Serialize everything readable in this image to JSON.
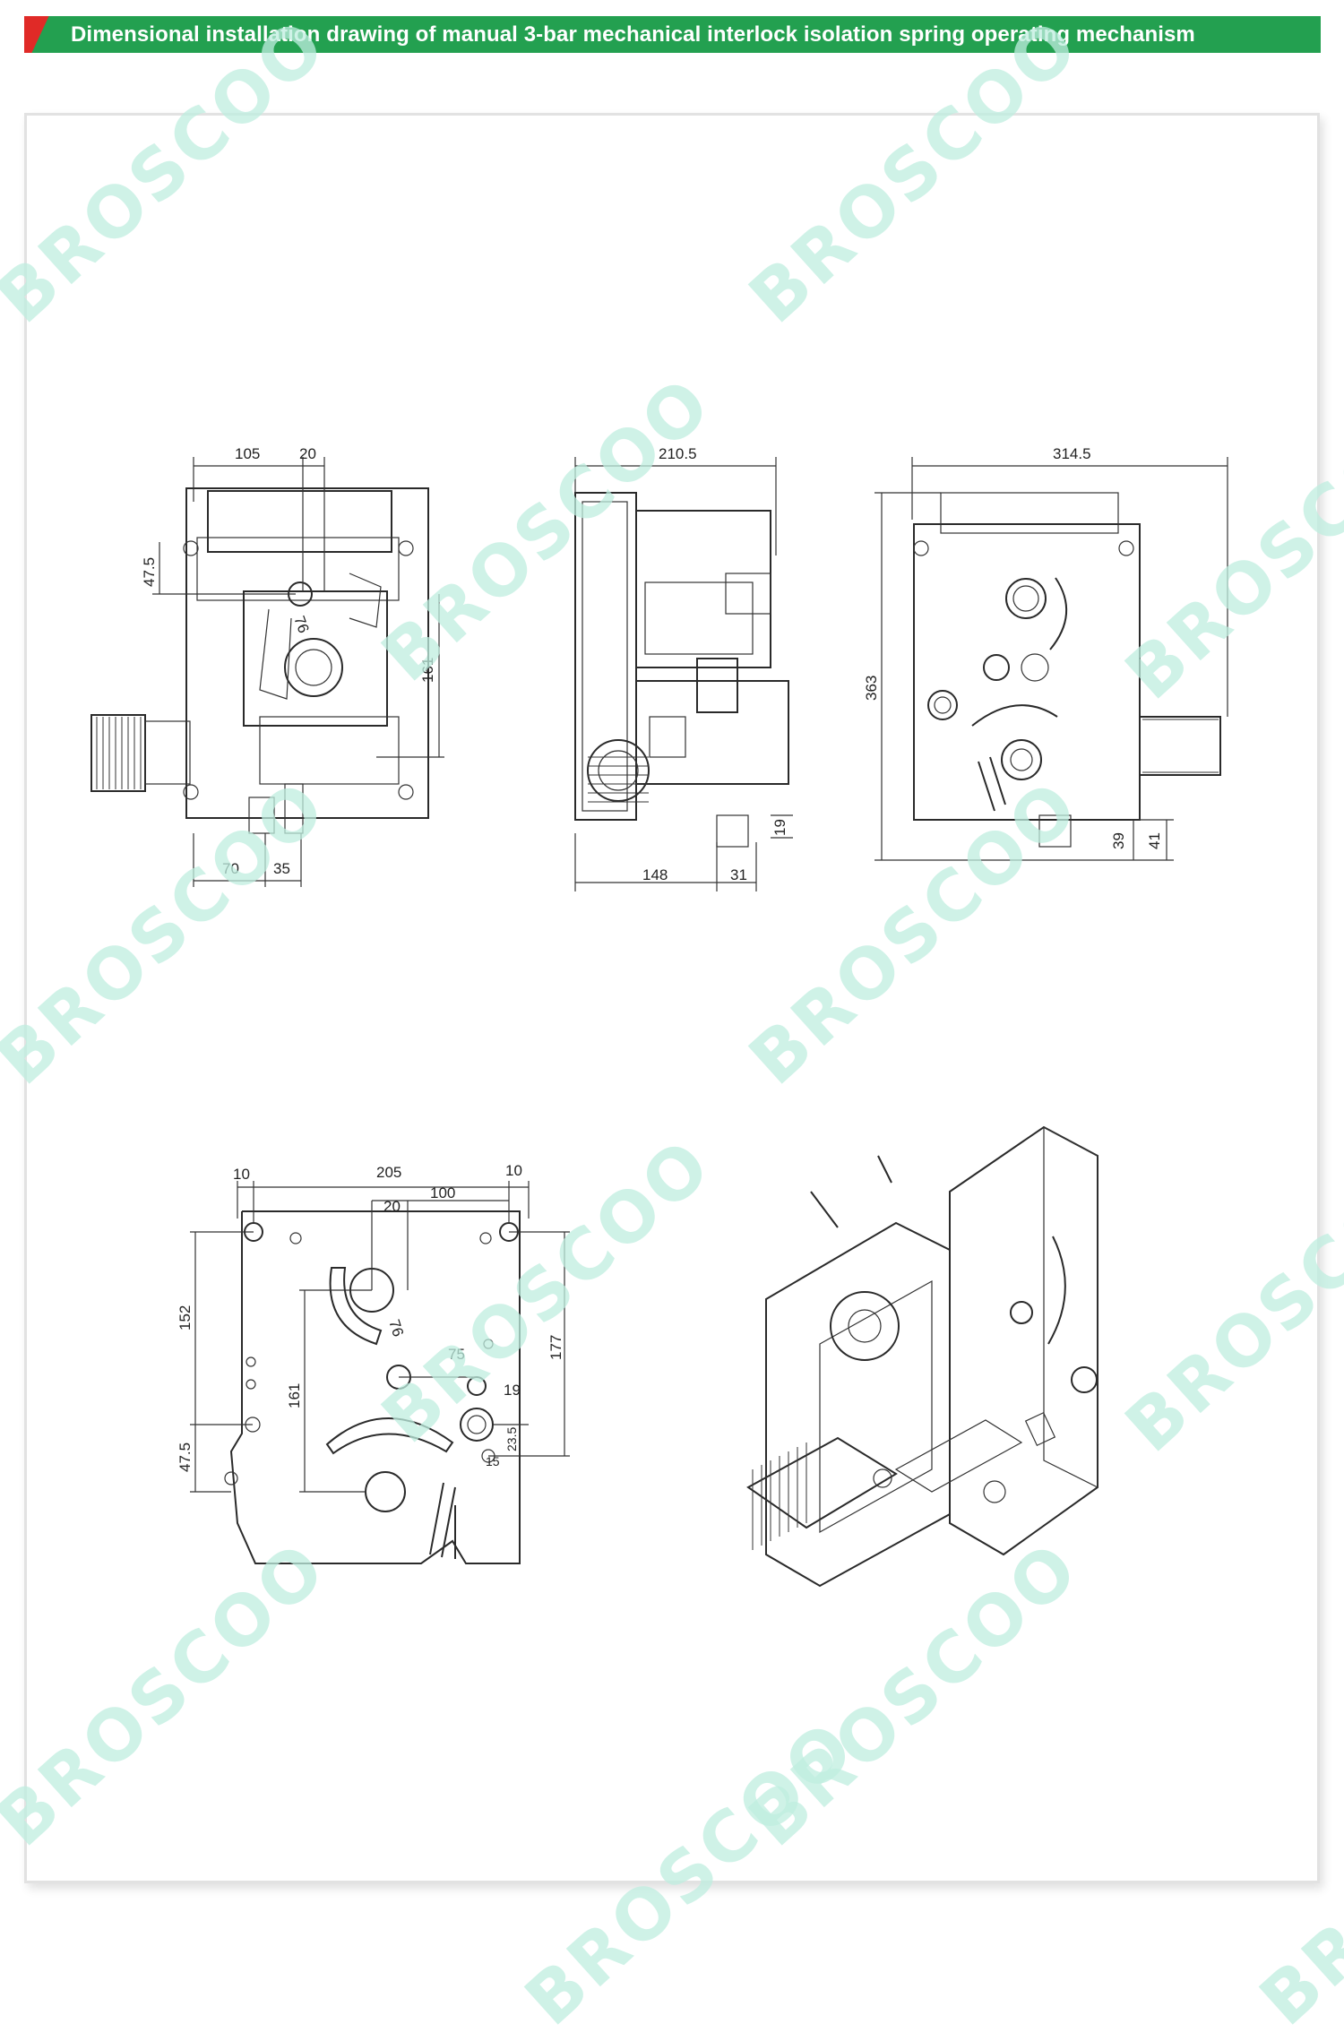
{
  "header": {
    "title": "Dimensional installation drawing of manual 3-bar mechanical interlock isolation spring operating mechanism",
    "accent_red": "#e02a27",
    "accent_green": "#23a050"
  },
  "watermark": {
    "text": "BROSCOO",
    "color": "#bfeee0"
  },
  "views": {
    "front": {
      "dims": [
        "105",
        "20",
        "47.5",
        "76",
        "161",
        "70",
        "35"
      ]
    },
    "side": {
      "dims": [
        "210.5",
        "148",
        "31",
        "19"
      ]
    },
    "rear": {
      "dims": [
        "314.5",
        "363",
        "39",
        "41"
      ]
    },
    "plate": {
      "dims": [
        "10",
        "205",
        "10",
        "20",
        "100",
        "152",
        "76",
        "177",
        "75",
        "161",
        "19",
        "47.5",
        "23.5",
        "15"
      ]
    }
  }
}
